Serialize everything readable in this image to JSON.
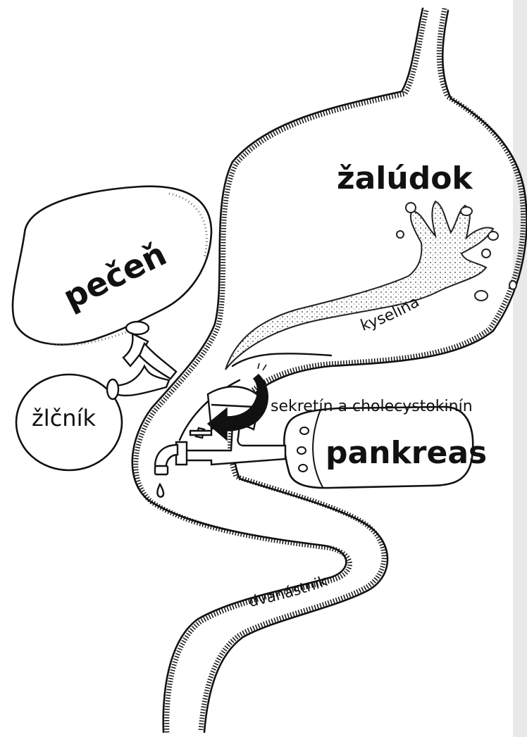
{
  "labels": {
    "stomach": "žalúdok",
    "liver": "pečeň",
    "gallbladder": "žlčník",
    "acid": "kyselina",
    "hormones": "sekretín a cholecystokinín",
    "pancreas": "pankreas",
    "duodenum": "dvanástnik"
  }
}
